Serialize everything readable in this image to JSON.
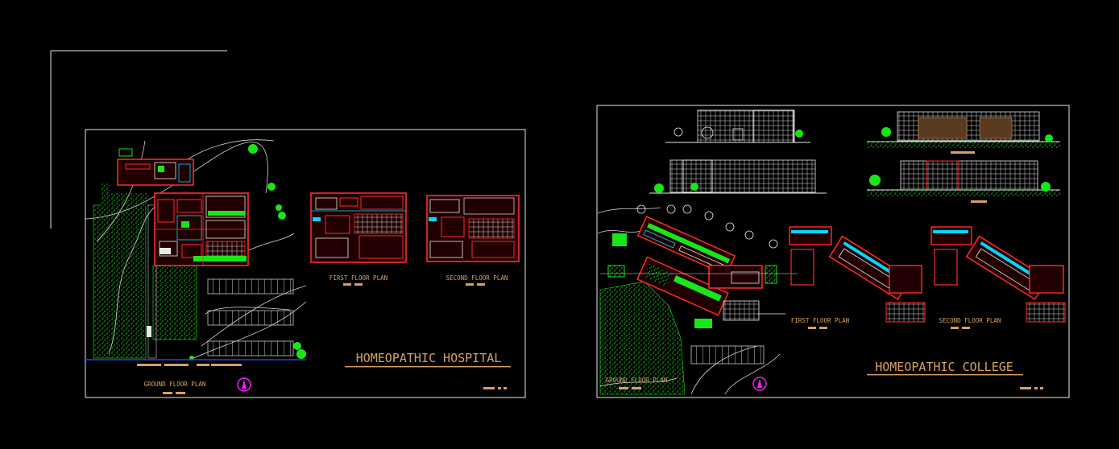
{
  "colors": {
    "background": "#000000",
    "frame": "#e8e8e8",
    "wall": "#ff2a2a",
    "green": "#19e619",
    "cyan": "#00d8ff",
    "label": "#d8a060",
    "line": "#c8c8c8",
    "blue": "#2a3aff",
    "magenta": "#ff1aff"
  },
  "icons": [
    "north-arrow-icon",
    "tree-icon"
  ],
  "hospital": {
    "title": "HOMEOPATHIC HOSPITAL",
    "ground_floor_label": "GROUND FLOOR PLAN",
    "first_floor_label": "FIRST FLOOR PLAN",
    "second_floor_label": "SECOND FLOOR PLAN"
  },
  "college": {
    "title": "HOMEOPATHIC COLLEGE",
    "ground_floor_label": "GROUND FLOOR PLAN",
    "first_floor_label": "FIRST FLOOR PLAN",
    "second_floor_label": "SECOND FLOOR PLAN"
  }
}
